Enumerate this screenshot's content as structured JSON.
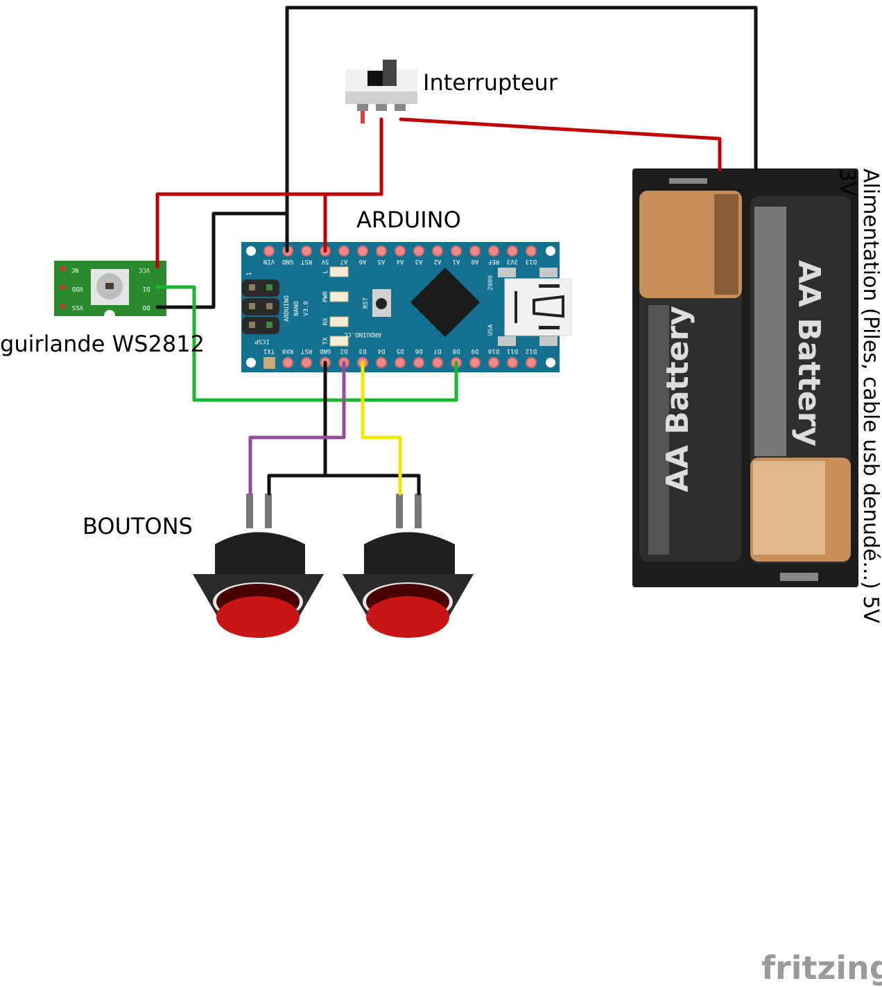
{
  "labels": {
    "switch": "Interrupteur",
    "arduino": "ARDUINO",
    "led_strip": "guirlande WS2812",
    "buttons": "BOUTONS",
    "power": "Alimentation (Piles, cable usb denudé...) 5V",
    "power_3v": "3V"
  },
  "arduino_board": {
    "top_pins": [
      "VIN",
      "GND",
      "RST",
      "5V",
      "A7",
      "A6",
      "A5",
      "A4",
      "A3",
      "A2",
      "A1",
      "A0",
      "REF",
      "3V3",
      "D13"
    ],
    "bottom_pins": [
      "TX1",
      "RX0",
      "RST",
      "GND",
      "D2",
      "D3",
      "D4",
      "D5",
      "D6",
      "D7",
      "D8",
      "D9",
      "D10",
      "D11",
      "D12"
    ],
    "model": [
      "ARDUINO",
      "NANO",
      "V3.0"
    ],
    "icsp": "ICSP",
    "icsp_pin1": "1",
    "leds": [
      "L",
      "PWR",
      "RX",
      "TX"
    ],
    "reset": "RST",
    "site": "ARDUINO.CC",
    "year": "2009",
    "country": "USA",
    "color": "#13708f"
  },
  "ws2812": {
    "pins_left": [
      "NC",
      "VDD",
      "VSS"
    ],
    "pins_right": [
      "VCC",
      "DI",
      "DO"
    ],
    "color": "#2a8a2e"
  },
  "battery": {
    "cell_label": "AA Battery"
  },
  "wire_colors": {
    "red": "#c00000",
    "black": "#111111",
    "green": "#18b82e",
    "purple": "#924e96",
    "yellow": "#f0e800"
  },
  "watermark": "fritzing"
}
